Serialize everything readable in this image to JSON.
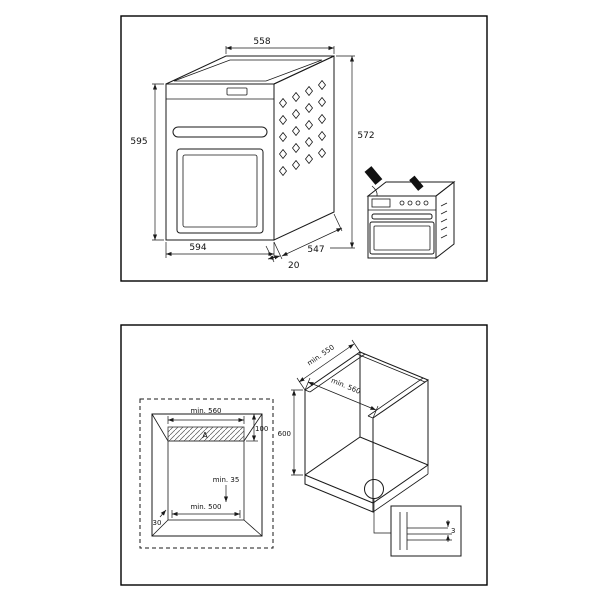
{
  "page": {
    "background": "#ffffff",
    "line_color": "#1a1a1a"
  },
  "top_panel": {
    "oven_dims": {
      "top_width": "558",
      "front_height": "595",
      "back_height": "572",
      "bottom_width": "594",
      "depth": "547",
      "door_offset": "20"
    },
    "icons": {
      "plug_large": "power-plug-icon",
      "plug_small": "power-plug-icon"
    }
  },
  "bottom_panel": {
    "cutout": {
      "min_width": "min. 560",
      "top_strip_height": "100",
      "area_label": "A",
      "min_clearance": "min. 35",
      "min_base_width": "min. 500",
      "corner_value": "30"
    },
    "niche": {
      "min_depth": "min. 550",
      "min_width": "min. 560",
      "height": "600",
      "detail_gap": "3"
    }
  }
}
